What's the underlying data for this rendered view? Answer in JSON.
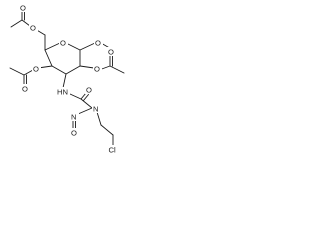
{
  "image": {
    "background": "#ffffff",
    "line_color": "#1a1a1a"
  },
  "structure": {
    "atoms": {
      "ring_oxygen": "O",
      "anomeric_oxygen": "O",
      "acetyl_oxygen_c6": "O",
      "carbonyl_oxygen_c6": "O",
      "acetyl_oxygen_c4": "O",
      "carbonyl_oxygen_c4": "O",
      "acetyl_oxygen_c2": "O",
      "carbonyl_oxygen_c2": "O",
      "amide_nh": "HN",
      "urea_oxygen": "O",
      "nitroso_nitrogen": "N",
      "urea_nitrogen": "N",
      "nitroso_oxygen": "O",
      "chlorine": "Cl"
    }
  }
}
